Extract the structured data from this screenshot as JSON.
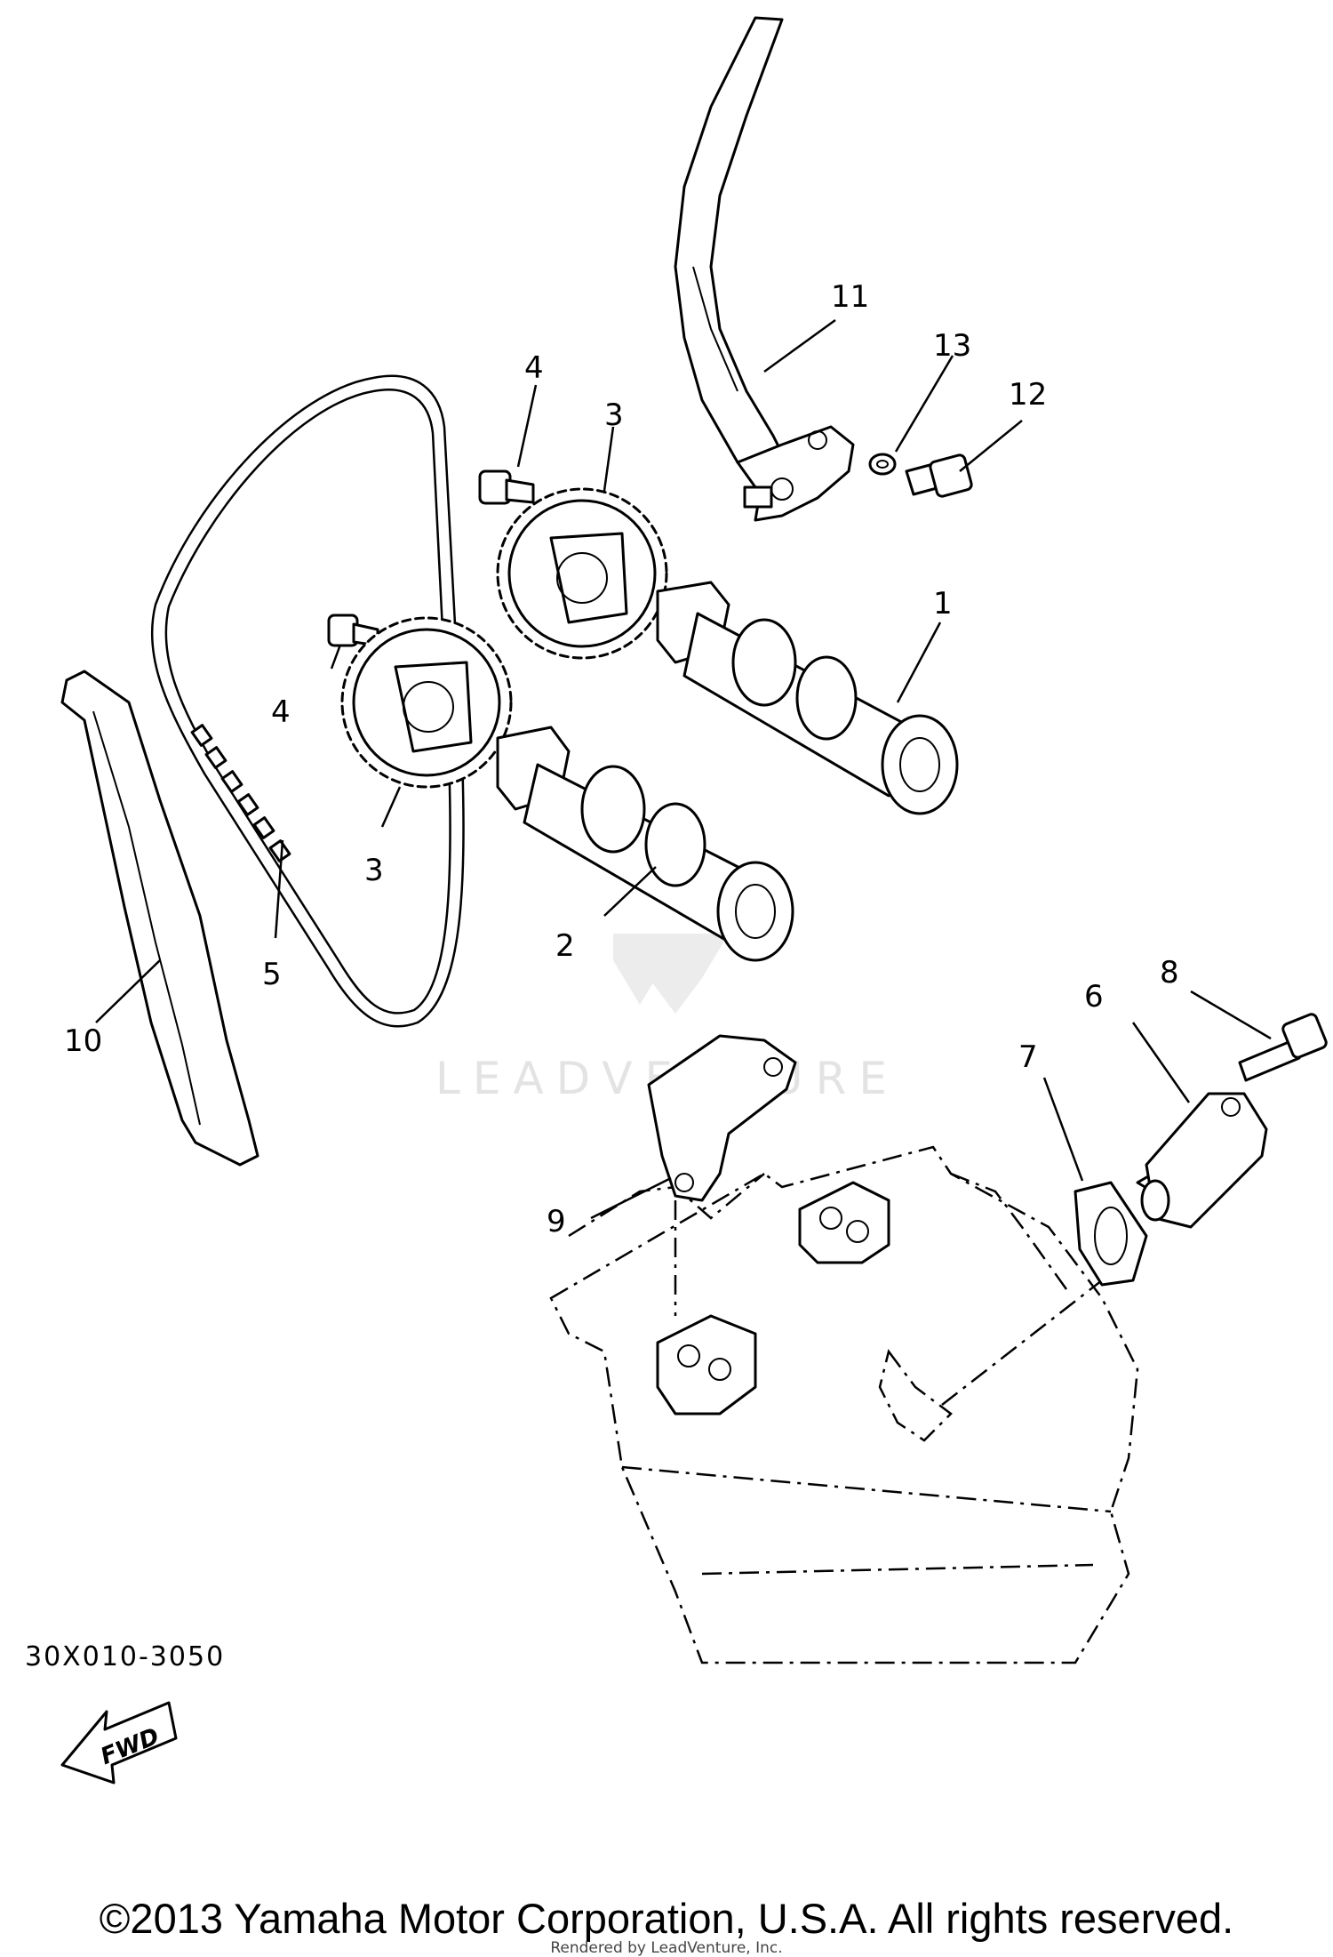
{
  "callouts": {
    "c1": "1",
    "c2": "2",
    "c3a": "3",
    "c3b": "3",
    "c4a": "4",
    "c4b": "4",
    "c5": "5",
    "c6": "6",
    "c7": "7",
    "c8": "8",
    "c9": "9",
    "c10": "10",
    "c11": "11",
    "c12": "12",
    "c13": "13"
  },
  "fwd_label": "FWD",
  "watermark": "LEADVENTURE",
  "diagram_code": "30X010-3050",
  "copyright": "©2013 Yamaha Motor Corporation, U.S.A. All rights reserved.",
  "rendered_by": "Rendered by LeadVenture, Inc."
}
